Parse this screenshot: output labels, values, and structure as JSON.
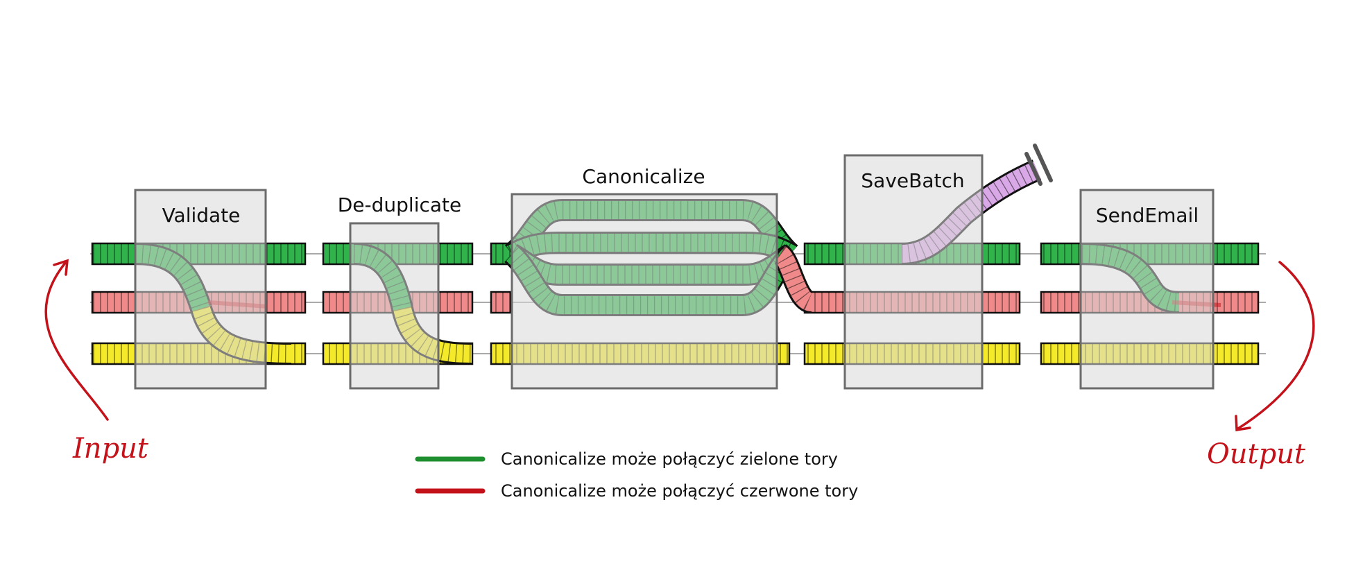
{
  "stages": [
    {
      "id": "validate",
      "label": "Validate"
    },
    {
      "id": "dedup",
      "label": "De-duplicate"
    },
    {
      "id": "canonicalize",
      "label": "Canonicalize"
    },
    {
      "id": "savebatch",
      "label": "SaveBatch"
    },
    {
      "id": "sendemail",
      "label": "SendEmail"
    }
  ],
  "legend": [
    {
      "color": "#1e8f2e",
      "text": "Canonicalize może połączyć zielone tory"
    },
    {
      "color": "#c4121a",
      "text": "Canonicalize może połączyć czerwone tory"
    }
  ],
  "annotations": {
    "input": "Input",
    "output": "Output"
  },
  "colors": {
    "green": "#2fb34a",
    "red": "#f08a8a",
    "yellow": "#f4ea2a",
    "purple": "#d9a8e6",
    "box_fill": "#e8e8e8",
    "box_stroke": "#6b6b6b",
    "arrow": "#c4121a"
  }
}
